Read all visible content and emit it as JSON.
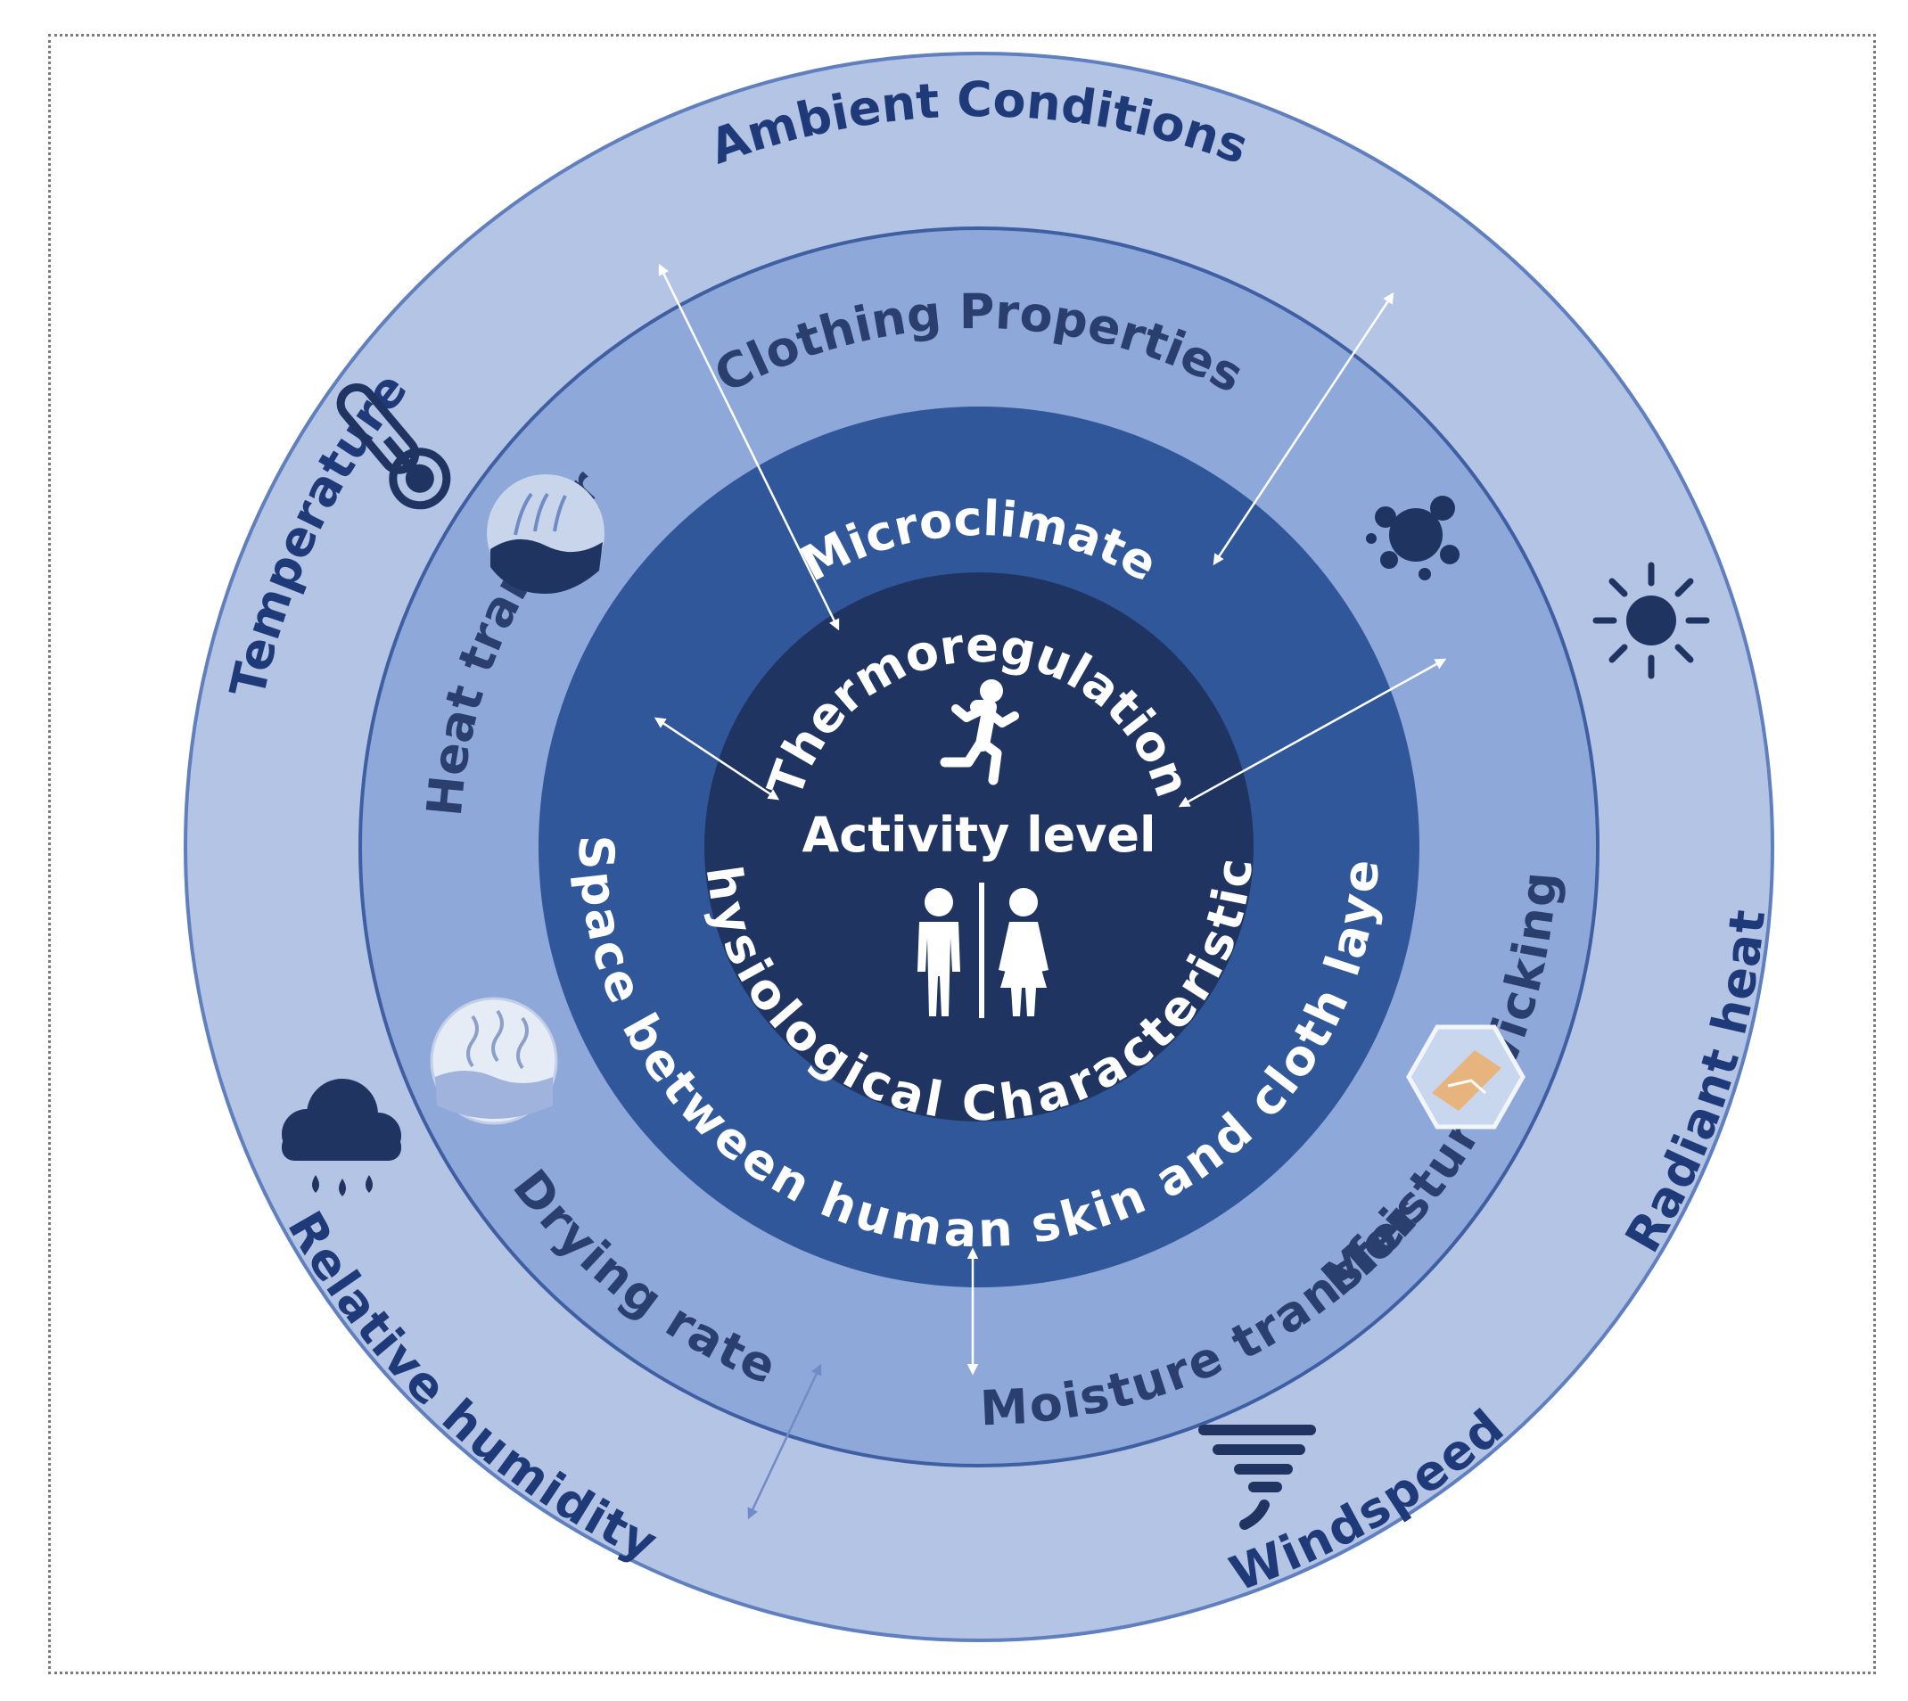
{
  "rings": {
    "ambient": {
      "title": "Ambient Conditions",
      "color": "#b3c4e4",
      "stroke": "#5f7fbe"
    },
    "clothing": {
      "title": "Clothing Properties",
      "color": "#8fa8da",
      "stroke": "#3f5fa3"
    },
    "microclimate": {
      "title": "Microclimate",
      "subtitle": "Space between human skin and cloth layer",
      "color": "#30579a"
    },
    "core": {
      "title": "Thermoregulation",
      "activity": "Activity level",
      "physiology": "Physiological Characteristics",
      "color": "#1f3461"
    }
  },
  "ambient_factors": {
    "temperature": "Temperature",
    "radiant_heat": "Radiant heat",
    "relative_humidity": "Relative humidity",
    "windspeed": "Windspeed"
  },
  "clothing_factors": {
    "heat_transfer": "Heat transfer",
    "moisture_wicking": "Moisture wicking",
    "drying_rate": "Drying rate",
    "moisture_transfer": "Moisture transfer"
  },
  "icons": {
    "temperature": "thermometer-icon",
    "radiant_heat": "sun-icon",
    "relative_humidity": "rain-cloud-icon",
    "windspeed": "tornado-icon",
    "heat_transfer": "fabric-heat-icon",
    "moisture_wicking": "water-splash-icon",
    "drying_rate": "drying-fabric-icon",
    "moisture_transfer": "fabric-layer-icon",
    "activity": "running-person-icon",
    "physiology": "man-woman-icon"
  },
  "colors": {
    "icon_dark": "#1f3461",
    "arrow_white": "#ffffff",
    "arrow_blue": "#5f7fbe"
  }
}
